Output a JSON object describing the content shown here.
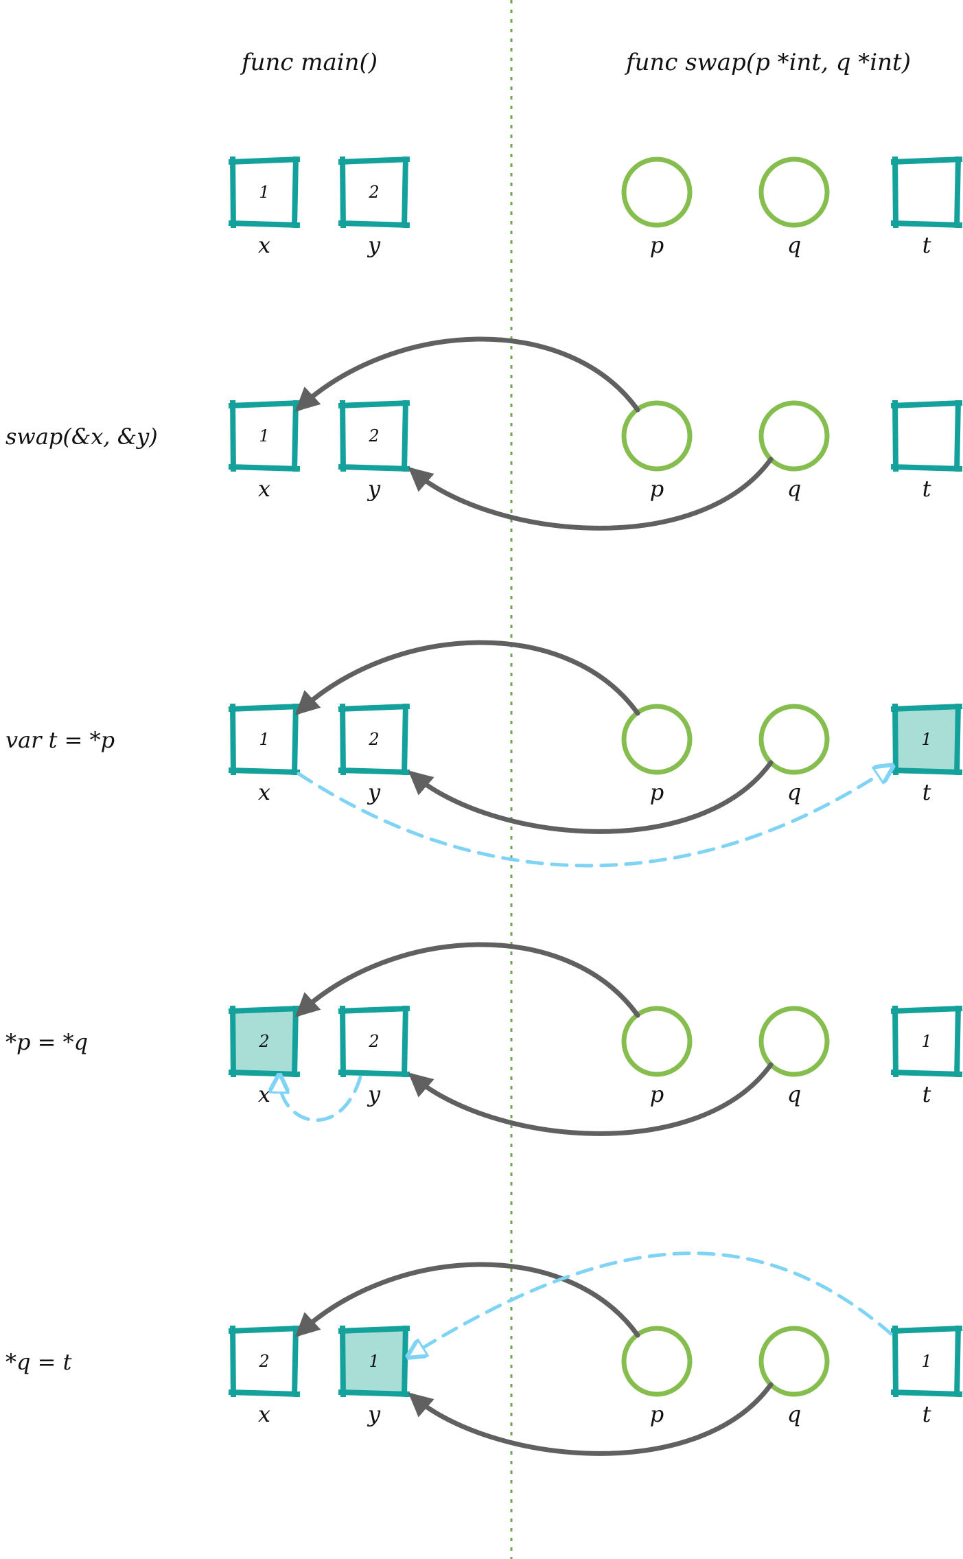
{
  "headings": {
    "main": "func main()",
    "swap": "func swap(p *int, q *int)"
  },
  "variable_labels": {
    "x": "x",
    "y": "y",
    "p": "p",
    "q": "q",
    "t": "t"
  },
  "rows": [
    {
      "step": "",
      "x": "1",
      "y": "2",
      "t": "",
      "pointers": false,
      "filled": [],
      "copy": ""
    },
    {
      "step": "swap(&x, &y)",
      "x": "1",
      "y": "2",
      "t": "",
      "pointers": true,
      "filled": [],
      "copy": ""
    },
    {
      "step": "var t = *p",
      "x": "1",
      "y": "2",
      "t": "1",
      "pointers": true,
      "filled": [
        "t"
      ],
      "copy": "x-to-t"
    },
    {
      "step": "*p = *q",
      "x": "2",
      "y": "2",
      "t": "1",
      "pointers": true,
      "filled": [
        "x"
      ],
      "copy": "y-to-x"
    },
    {
      "step": "*q = t",
      "x": "2",
      "y": "1",
      "t": "1",
      "pointers": true,
      "filled": [
        "y"
      ],
      "copy": "t-to-y"
    }
  ],
  "colors": {
    "value_box": "#14a19b",
    "value_box_fill": "#a9ded7",
    "pointer_circle": "#86bd4f",
    "pointer_arrow": "#606060",
    "copy_arrow": "#7fd3f4",
    "divider": "#6aa84f"
  }
}
